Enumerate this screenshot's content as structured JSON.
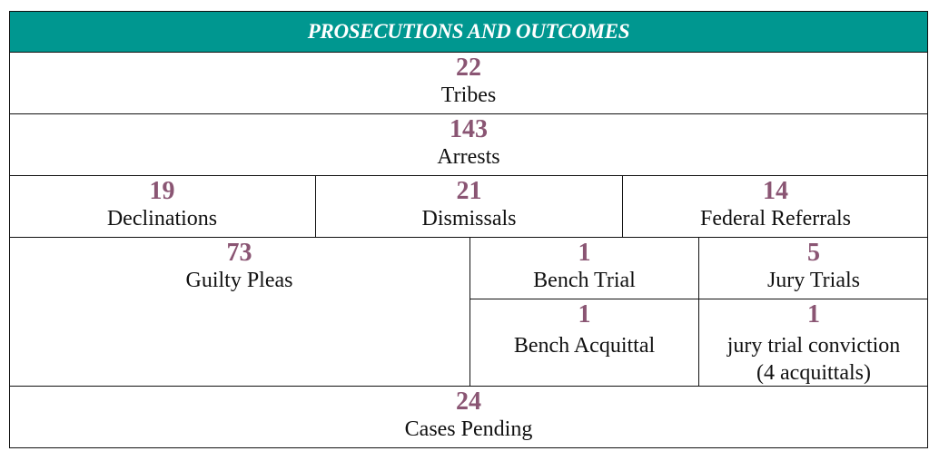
{
  "title": "PROSECUTIONS AND OUTCOMES",
  "colors": {
    "header_bg": "#009790",
    "header_text": "#ffffff",
    "number": "#8a5573"
  },
  "rows": {
    "tribes": {
      "value": "22",
      "label": "Tribes"
    },
    "arrests": {
      "value": "143",
      "label": "Arrests"
    },
    "declinations": {
      "value": "19",
      "label": "Declinations"
    },
    "dismissals": {
      "value": "21",
      "label": "Dismissals"
    },
    "federal_referrals": {
      "value": "14",
      "label": "Federal Referrals"
    },
    "guilty_pleas": {
      "value": "73",
      "label": "Guilty Pleas"
    },
    "bench_trial": {
      "value": "1",
      "label": "Bench Trial"
    },
    "jury_trials": {
      "value": "5",
      "label": "Jury Trials"
    },
    "bench_acquittal": {
      "value": "1",
      "label": "Bench Acquittal"
    },
    "jury_conviction": {
      "value": "1",
      "label_line1": "jury trial conviction",
      "label_line2": "(4 acquittals)"
    },
    "cases_pending": {
      "value": "24",
      "label": "Cases Pending"
    }
  }
}
